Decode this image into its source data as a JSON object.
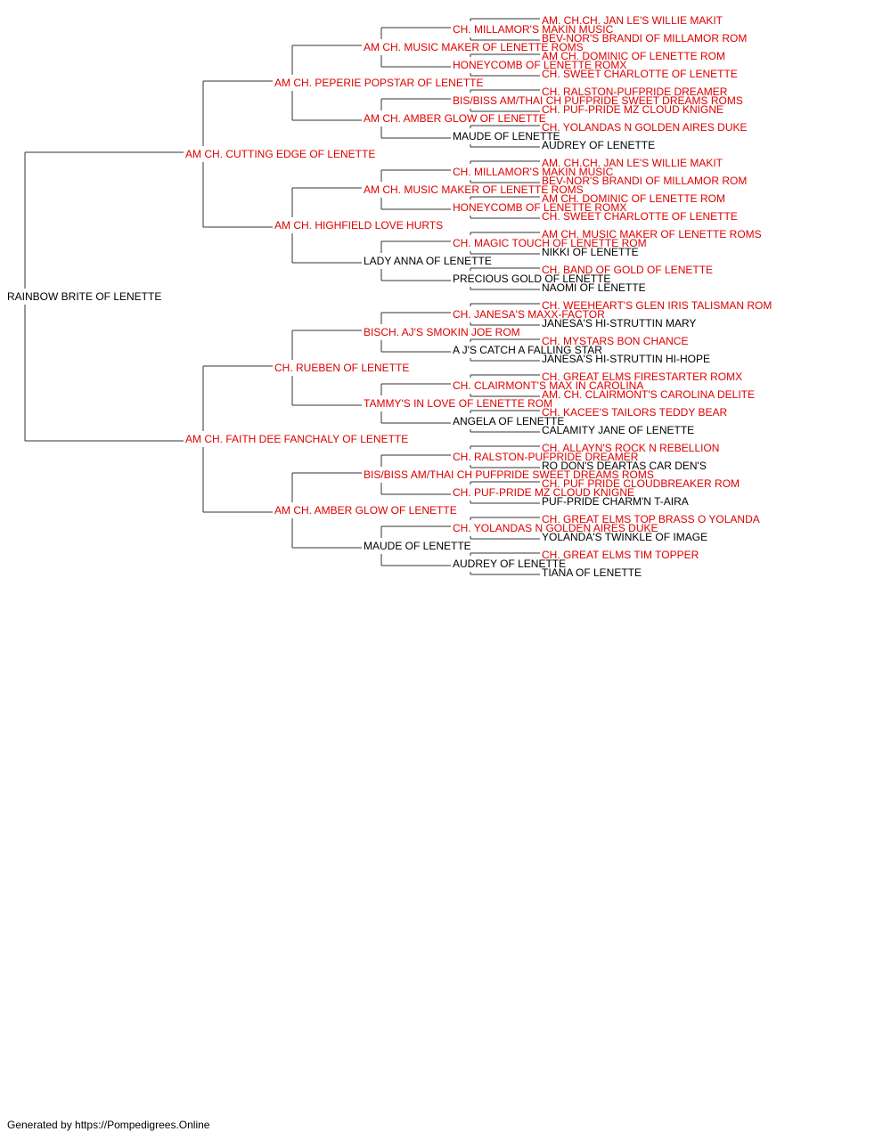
{
  "colors": {
    "champion": "#e00000",
    "regular": "#000000",
    "line": "#333333"
  },
  "footer": "Generated by https://Pompedigrees.Online",
  "pedigree": {
    "name": "RAINBOW BRITE OF LENETTE",
    "red": false,
    "sire": {
      "name": "AM CH. CUTTING EDGE OF LENETTE",
      "red": true,
      "sire": {
        "name": "AM CH. PEPERIE POPSTAR OF LENETTE",
        "red": true,
        "sire": {
          "name": "AM CH. MUSIC MAKER OF LENETTE ROMS",
          "red": true,
          "sire": {
            "name": "CH. MILLAMOR'S MAKIN MUSIC",
            "red": true,
            "sire": {
              "name": "AM. CH.CH. JAN LE'S WILLIE MAKIT",
              "red": true
            },
            "dam": {
              "name": "BEV-NOR'S BRANDI OF MILLAMOR ROM",
              "red": true
            }
          },
          "dam": {
            "name": "HONEYCOMB OF LENETTE ROMX",
            "red": true,
            "sire": {
              "name": "AM CH. DOMINIC OF LENETTE ROM",
              "red": true
            },
            "dam": {
              "name": "CH. SWEET CHARLOTTE OF LENETTE",
              "red": true
            }
          }
        },
        "dam": {
          "name": "AM CH. AMBER GLOW OF LENETTE",
          "red": true,
          "sire": {
            "name": "BIS/BISS AM/THAI CH PUFPRIDE SWEET DREAMS ROMS",
            "red": true,
            "sire": {
              "name": "CH. RALSTON-PUFPRIDE DREAMER",
              "red": true
            },
            "dam": {
              "name": "CH. PUF-PRIDE MZ CLOUD KNIGNE",
              "red": true
            }
          },
          "dam": {
            "name": "MAUDE OF LENETTE",
            "red": false,
            "sire": {
              "name": "CH. YOLANDAS N GOLDEN AIRES DUKE",
              "red": true
            },
            "dam": {
              "name": "AUDREY OF LENETTE",
              "red": false
            }
          }
        }
      },
      "dam": {
        "name": "AM CH. HIGHFIELD LOVE HURTS",
        "red": true,
        "sire": {
          "name": "AM CH. MUSIC MAKER OF LENETTE ROMS",
          "red": true,
          "sire": {
            "name": "CH. MILLAMOR'S MAKIN MUSIC",
            "red": true,
            "sire": {
              "name": "AM. CH.CH. JAN LE'S WILLIE MAKIT",
              "red": true
            },
            "dam": {
              "name": "BEV-NOR'S BRANDI OF MILLAMOR ROM",
              "red": true
            }
          },
          "dam": {
            "name": "HONEYCOMB OF LENETTE ROMX",
            "red": true,
            "sire": {
              "name": "AM CH. DOMINIC OF LENETTE ROM",
              "red": true
            },
            "dam": {
              "name": "CH. SWEET CHARLOTTE OF LENETTE",
              "red": true
            }
          }
        },
        "dam": {
          "name": "LADY ANNA OF LENETTE",
          "red": false,
          "sire": {
            "name": "CH. MAGIC TOUCH OF LENETTE ROM",
            "red": true,
            "sire": {
              "name": "AM CH. MUSIC MAKER OF LENETTE ROMS",
              "red": true
            },
            "dam": {
              "name": "NIKKI OF LENETTE",
              "red": false
            }
          },
          "dam": {
            "name": "PRECIOUS GOLD OF LENETTE",
            "red": false,
            "sire": {
              "name": "CH. BAND OF GOLD OF LENETTE",
              "red": true
            },
            "dam": {
              "name": "NAOMI OF LENETTE",
              "red": false
            }
          }
        }
      }
    },
    "dam": {
      "name": "AM CH. FAITH DEE FANCHALY OF LENETTE",
      "red": true,
      "sire": {
        "name": "CH. RUEBEN OF LENETTE",
        "red": true,
        "sire": {
          "name": "BISCH. AJ'S SMOKIN JOE ROM",
          "red": true,
          "sire": {
            "name": "CH. JANESA'S MAXX-FACTOR",
            "red": true,
            "sire": {
              "name": "CH. WEEHEART'S GLEN IRIS TALISMAN ROM",
              "red": true
            },
            "dam": {
              "name": "JANESA'S HI-STRUTTIN MARY",
              "red": false
            }
          },
          "dam": {
            "name": "A J'S CATCH A FALLING STAR",
            "red": false,
            "sire": {
              "name": "CH. MYSTARS BON CHANCE",
              "red": true
            },
            "dam": {
              "name": "JANESA'S HI-STRUTTIN HI-HOPE",
              "red": false
            }
          }
        },
        "dam": {
          "name": "TAMMY'S IN LOVE OF LENETTE ROM",
          "red": true,
          "sire": {
            "name": "CH. CLAIRMONT'S MAX IN CAROLINA",
            "red": true,
            "sire": {
              "name": "CH. GREAT ELMS FIRESTARTER ROMX",
              "red": true
            },
            "dam": {
              "name": "AM. CH. CLAIRMONT'S CAROLINA DELITE",
              "red": true
            }
          },
          "dam": {
            "name": "ANGELA OF LENETTE",
            "red": false,
            "sire": {
              "name": "CH. KACEE'S TAILORS TEDDY BEAR",
              "red": true
            },
            "dam": {
              "name": "CALAMITY JANE OF LENETTE",
              "red": false
            }
          }
        }
      },
      "dam": {
        "name": "AM CH. AMBER GLOW OF LENETTE",
        "red": true,
        "sire": {
          "name": "BIS/BISS AM/THAI CH PUFPRIDE SWEET DREAMS ROMS",
          "red": true,
          "sire": {
            "name": "CH. RALSTON-PUFPRIDE DREAMER",
            "red": true,
            "sire": {
              "name": "CH. ALLAYN'S ROCK N REBELLION",
              "red": true
            },
            "dam": {
              "name": "RO DON'S DEARTAS CAR DEN'S",
              "red": false
            }
          },
          "dam": {
            "name": "CH. PUF-PRIDE MZ CLOUD KNIGNE",
            "red": true,
            "sire": {
              "name": "CH. PUF PRIDE CLOUDBREAKER ROM",
              "red": true
            },
            "dam": {
              "name": "PUF-PRIDE CHARM'N T-AIRA",
              "red": false
            }
          }
        },
        "dam": {
          "name": "MAUDE OF LENETTE",
          "red": false,
          "sire": {
            "name": "CH. YOLANDAS N GOLDEN AIRES DUKE",
            "red": true,
            "sire": {
              "name": "CH. GREAT ELMS TOP BRASS O YOLANDA",
              "red": true
            },
            "dam": {
              "name": "YOLANDA'S TWINKLE OF IMAGE",
              "red": false
            }
          },
          "dam": {
            "name": "AUDREY OF LENETTE",
            "red": false,
            "sire": {
              "name": "CH. GREAT ELMS TIM TOPPER",
              "red": true
            },
            "dam": {
              "name": "TIANA OF LENETTE",
              "red": false
            }
          }
        }
      }
    }
  }
}
